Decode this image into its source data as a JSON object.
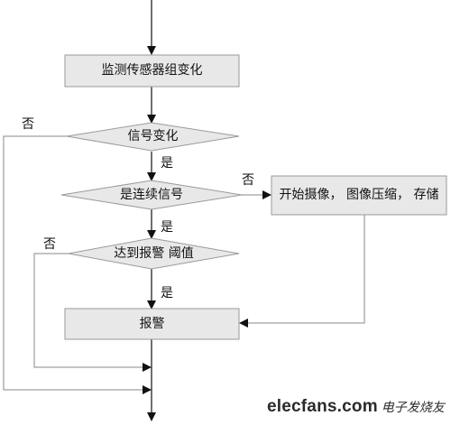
{
  "nodes": {
    "monitor_change": "监测传感器组变化",
    "signal_change": "信号变化",
    "is_continuous": "是连续信号",
    "reach_threshold": "达到报警 阈值",
    "alarm": "报警",
    "start_capture": "开始摄像， 图像压缩， 存储"
  },
  "edge_labels": {
    "no_signal": "否",
    "yes_signal": "是",
    "no_continuous": "否",
    "yes_continuous": "是",
    "no_threshold": "否",
    "yes_threshold": "是"
  },
  "colors": {
    "box_fill": "#e8e8e8",
    "box_stroke": "#9a9a9a",
    "line": "#888888",
    "arrow": "#111111"
  },
  "watermark": {
    "text_en": "elecfans.com",
    "text_cn": "电子发烧友"
  }
}
